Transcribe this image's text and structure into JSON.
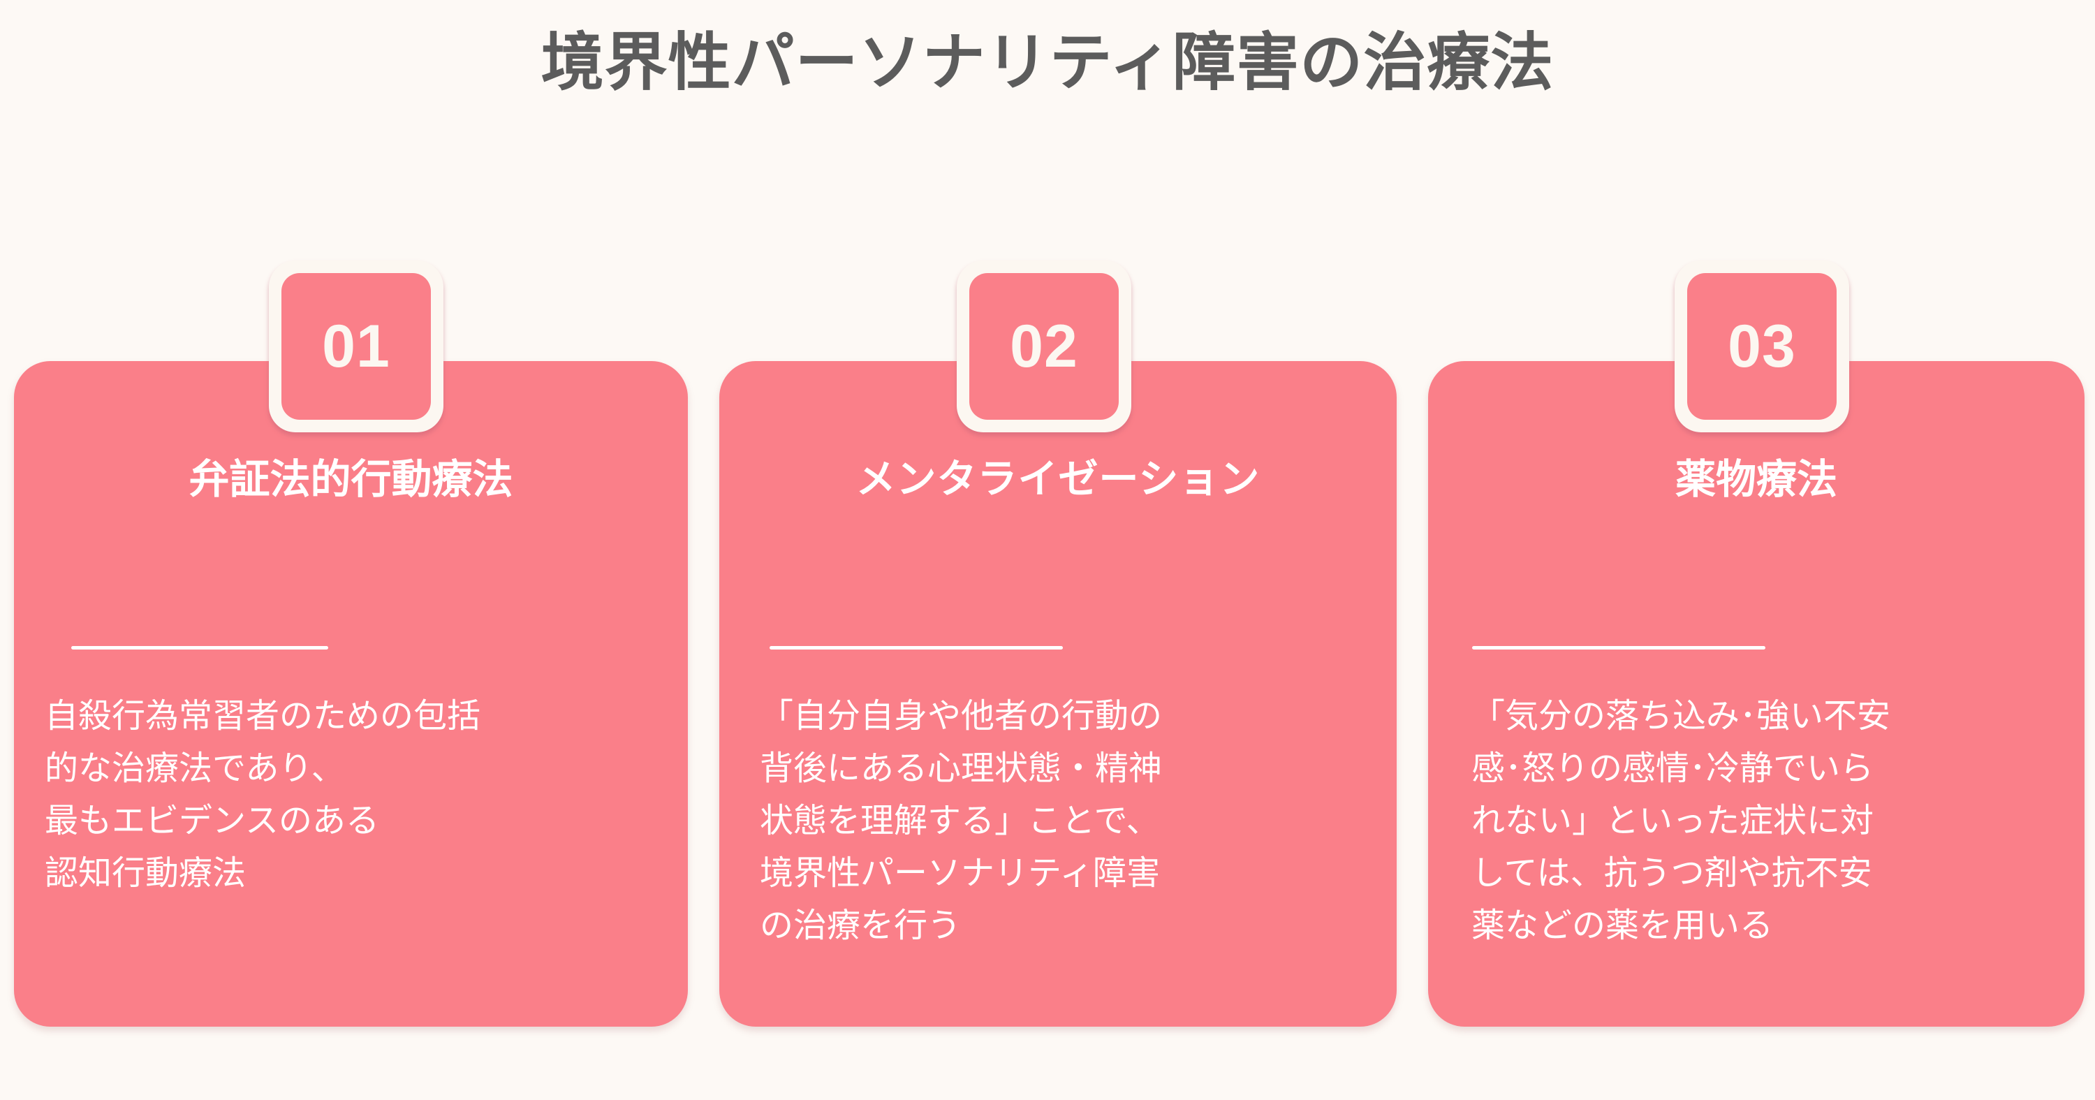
{
  "page": {
    "title": "境界性パーソナリティ障害の治療法",
    "background_color": "#FDF9F5",
    "title_color": "#5C5C5C",
    "card_color": "#FA7F89",
    "badge_ring_color": "#FCF7F1",
    "text_color": "#FFFFFF"
  },
  "cards": [
    {
      "number": "01",
      "title": "弁証法的行動療法",
      "body": "自殺行為常習者のための包括\n的な治療法であり、\n最もエビデンスのある\n認知行動療法"
    },
    {
      "number": "02",
      "title": "メンタライゼーション",
      "body": "「自分自身や他者の行動の\n背後にある心理状態・精神\n状態を理解する」ことで、\n境界性パーソナリティ障害\nの治療を行う"
    },
    {
      "number": "03",
      "title": "薬物療法",
      "body": "「気分の落ち込み･強い不安\n感･怒りの感情･冷静でいら\nれない」といった症状に対\nしては、抗うつ剤や抗不安\n薬などの薬を用いる"
    }
  ]
}
